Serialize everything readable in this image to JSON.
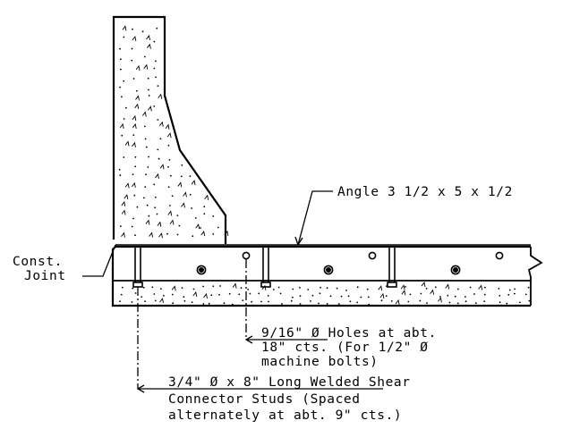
{
  "labels": {
    "angle": "Angle 3 1/2 x 5 x 1/2",
    "joint_line1": "Const.",
    "joint_line2": "Joint",
    "holes_line1": "9/16\" Ø Holes at abt.",
    "holes_line2": "18\" cts. (For 1/2\" Ø",
    "holes_line3": "machine bolts)",
    "studs_line1": "3/4\" Ø x 8\" Long Welded Shear",
    "studs_line2": "Connector Studs (Spaced",
    "studs_line3": "alternately at abt. 9\" cts.)"
  },
  "colors": {
    "line": "#000000",
    "background": "#ffffff"
  }
}
